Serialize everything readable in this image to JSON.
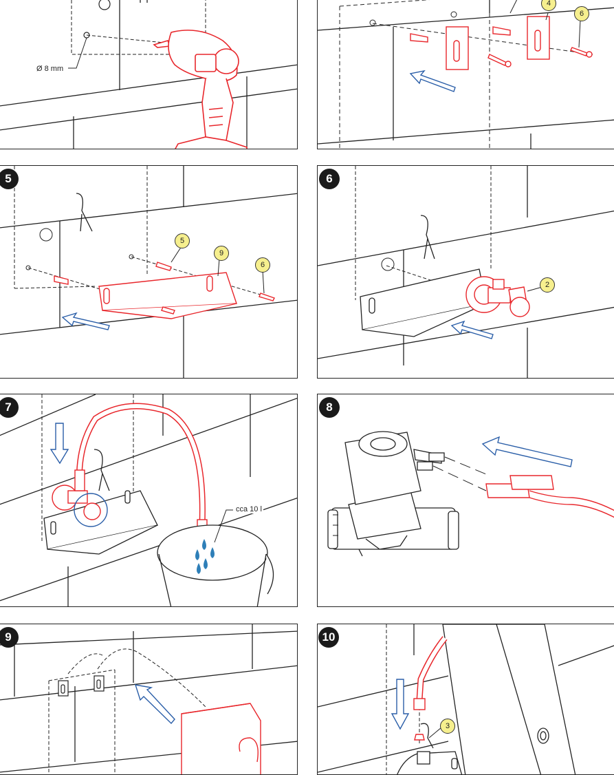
{
  "panels": {
    "p3": {
      "label_drill": "Ø 8 mm"
    },
    "p4": {
      "callout_a": "4",
      "callout_b": "6"
    },
    "p5": {
      "number": "5",
      "callout_a": "5",
      "callout_b": "9",
      "callout_c": "6"
    },
    "p6": {
      "number": "6",
      "callout_a": "2"
    },
    "p7": {
      "number": "7",
      "label_water": "cca 10 l"
    },
    "p8": {
      "number": "8"
    },
    "p9": {
      "number": "9"
    },
    "p10": {
      "number": "10",
      "callout_a": "3"
    }
  },
  "colors": {
    "line": "#222222",
    "accent_red": "#e8262b",
    "arrow_blue": "#2a5ea8",
    "callout_fill": "#f6ef8e",
    "drop_blue": "#2e7fb8"
  }
}
